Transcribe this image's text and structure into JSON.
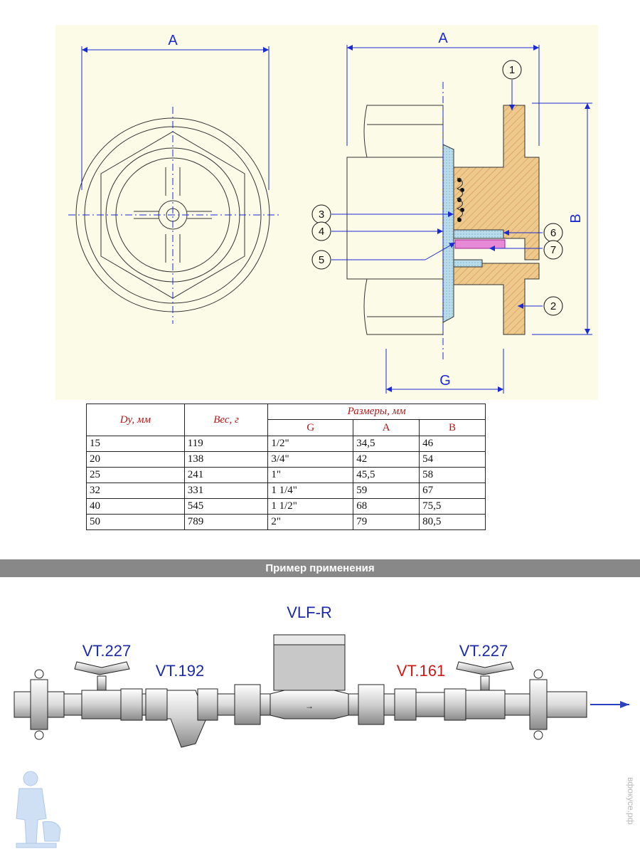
{
  "drawing": {
    "dim_a_left": "A",
    "dim_a_right": "A",
    "dim_b": "B",
    "dim_g": "G",
    "callouts": [
      "1",
      "2",
      "3",
      "4",
      "5",
      "6",
      "7"
    ]
  },
  "table": {
    "headers": {
      "dy": "Dy, мм",
      "weight": "Вес, г",
      "sizes": "Размеры, мм"
    },
    "subheaders": [
      "G",
      "A",
      "B"
    ],
    "rows": [
      {
        "dy": "15",
        "weight": "119",
        "g": "1/2\"",
        "a": "34,5",
        "b": "46"
      },
      {
        "dy": "20",
        "weight": "138",
        "g": "3/4\"",
        "a": "42",
        "b": "54"
      },
      {
        "dy": "25",
        "weight": "241",
        "g": "1\"",
        "a": "45,5",
        "b": "58"
      },
      {
        "dy": "32",
        "weight": "331",
        "g": "1 1/4\"",
        "a": "59",
        "b": "67"
      },
      {
        "dy": "40",
        "weight": "545",
        "g": "1 1/2\"",
        "a": "68",
        "b": "75,5"
      },
      {
        "dy": "50",
        "weight": "789",
        "g": "2\"",
        "a": "79",
        "b": "80,5"
      }
    ]
  },
  "banner": {
    "title": "Пример применения"
  },
  "scheme": {
    "labels": {
      "vt227_left": "VT.227",
      "vt192": "VT.192",
      "vlf": "VLF-R",
      "vt161": "VT.161",
      "vt227_right": "VT.227"
    },
    "accent_color": "#d01818"
  },
  "watermark": {
    "text": "вфокусе.рф"
  },
  "colors": {
    "blueprint": "#1a2bd1",
    "brass": "#e8c890",
    "seat": "#b8dce8",
    "gasket": "#e060d0",
    "paper": "#fcfbe8"
  }
}
